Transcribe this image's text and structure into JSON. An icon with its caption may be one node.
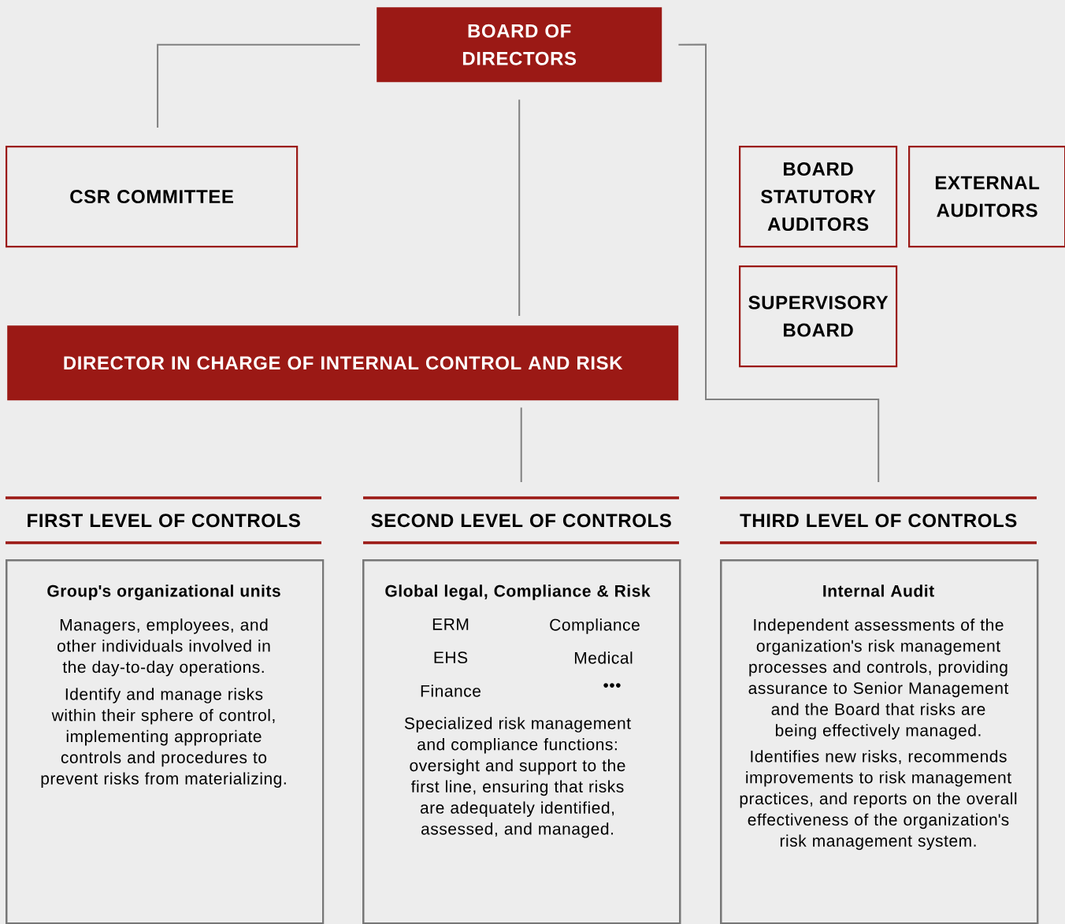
{
  "diagram": {
    "nodes": [
      {
        "text": [
          "BOARD OF DIRECTORS"
        ]
      },
      {
        "text": [
          "CSR COMMITTEE"
        ]
      },
      {
        "text": [
          "BOARD STATUTORY AUDITORS"
        ]
      },
      {
        "text": [
          "EXTERNAL AUDITORS"
        ]
      },
      {
        "text": [
          "SUPERVISORY BOARD"
        ]
      },
      {
        "text": [
          "DIRECTOR IN CHARGE OF INTERNAL CONTROL AND RISK"
        ]
      },
      {
        "text": [
          "FIRST LEVEL OF CONTROLS"
        ]
      },
      {
        "text": [
          "SECOND LEVEL OF CONTROLS"
        ]
      },
      {
        "text": [
          "THIRD LEVEL OF CONTROLS"
        ]
      },
      {
        "text": [
          "Group's organizational units",
          "Managers, employees, and other individuals involved in the day-to-day operations.",
          "Identify and manage risks within their sphere of control, implementing appropriate controls and procedures to prevent risks from materializing."
        ]
      },
      {
        "text": [
          "Global legal, Compliance & Risk",
          "ERM",
          "Compliance",
          "EHS",
          "Medical",
          "Finance",
          "•••",
          "Specialized risk management and compliance functions: oversight and support to the first line, ensuring that risks are adequately identified, assessed, and managed."
        ]
      },
      {
        "text": [
          "Internal Audit",
          "Independent assessments of the organization's risk management processes and controls, providing assurance to Senior Management and the Board that risks are being effectively managed.",
          "Identifies new risks, recommends improvements to risk management practices, and reports on the overall effectiveness of the organization's risk management system."
        ]
      }
    ],
    "edges": [
      {
        "from": 0,
        "to": 1,
        "arrow": "none"
      },
      {
        "from": 0,
        "to": 5,
        "arrow": "none"
      },
      {
        "from": 0,
        "to": 8,
        "arrow": "none"
      },
      {
        "from": 5,
        "to": 7,
        "arrow": "none"
      }
    ]
  }
}
